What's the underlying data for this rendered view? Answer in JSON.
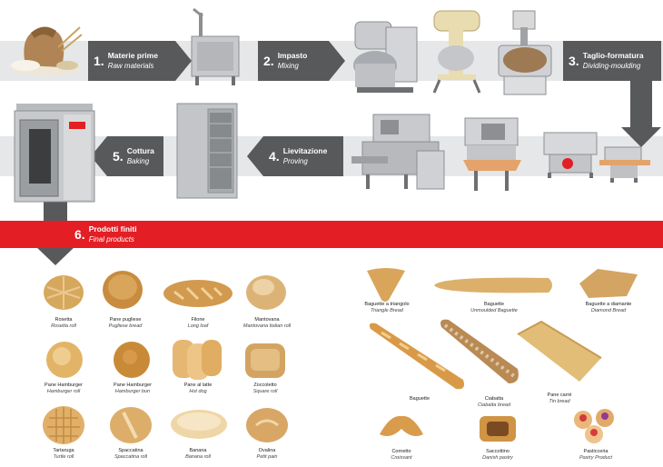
{
  "steps": [
    {
      "num": "1.",
      "it": "Materie prime",
      "en": "Raw materials"
    },
    {
      "num": "2.",
      "it": "Impasto",
      "en": "Mixing"
    },
    {
      "num": "3.",
      "it": "Taglio-formatura",
      "en": "Dividing-moulding"
    },
    {
      "num": "4.",
      "it": "Lievitazione",
      "en": "Proving"
    },
    {
      "num": "5.",
      "it": "Cottura",
      "en": "Baking"
    },
    {
      "num": "6.",
      "it": "Prodotti finiti",
      "en": "Final products"
    }
  ],
  "products_left": [
    {
      "it": "Rosetta",
      "en": "Rosetta roll"
    },
    {
      "it": "Pane pugliese",
      "en": "Pugliese bread"
    },
    {
      "it": "Filone",
      "en": "Long loaf"
    },
    {
      "it": "Mantovana",
      "en": "Mantovana Italian roll"
    },
    {
      "it": "Pane Hamburger",
      "en": "Hamburger roll"
    },
    {
      "it": "Pane Hamburger",
      "en": "Hamburger bun"
    },
    {
      "it": "Pane al latte",
      "en": "Hot dog"
    },
    {
      "it": "Zoccoletto",
      "en": "Square roll"
    },
    {
      "it": "Tartaruga",
      "en": "Turtle roll"
    },
    {
      "it": "Spaccatina",
      "en": "Spaccatina roll"
    },
    {
      "it": "Banana",
      "en": "Banana roll"
    },
    {
      "it": "Ovalina",
      "en": "Petit pain"
    }
  ],
  "products_right": [
    {
      "it": "Baguette a triangolo",
      "en": "Triangle Bread"
    },
    {
      "it": "Baguette",
      "en": "Unmoulded Baguette"
    },
    {
      "it": "Baguette a diamante",
      "en": "Diamond Bread"
    },
    {
      "it": "Baguette",
      "en": ""
    },
    {
      "it": "Ciabatta",
      "en": "Ciabatta bread"
    },
    {
      "it": "Pane carré",
      "en": "Tin bread"
    },
    {
      "it": "Cornetto",
      "en": "Croissant"
    },
    {
      "it": "Saccottino",
      "en": "Danish pastry"
    },
    {
      "it": "Pasticceria",
      "en": "Pastry Product"
    }
  ],
  "colors": {
    "accent_red": "#e31e24",
    "step_gray": "#58595b",
    "band_gray": "#e6e7e8",
    "bread": "#d9a55a"
  }
}
